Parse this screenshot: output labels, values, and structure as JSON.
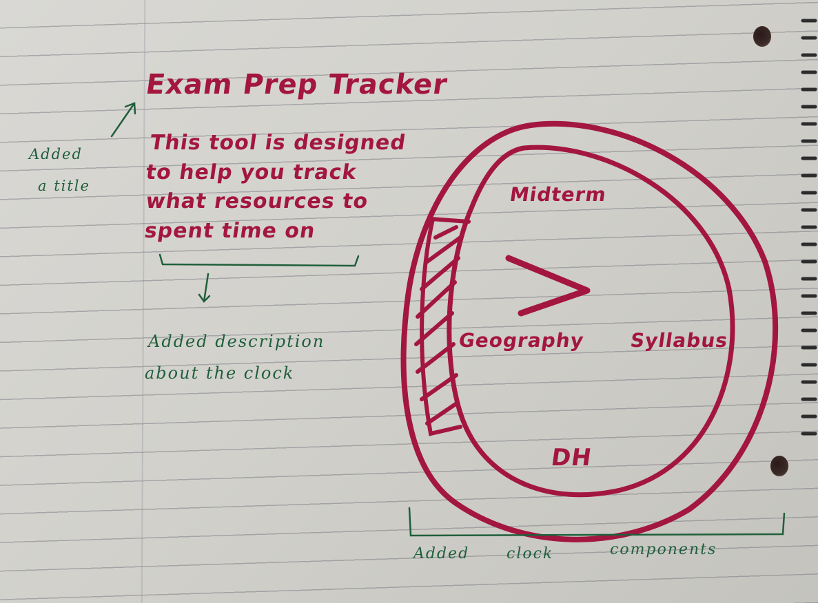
{
  "title": "Exam Prep Tracker",
  "description_lines": [
    "This tool is designed",
    "to help you track",
    "what resources to",
    "spent time on"
  ],
  "notes": {
    "title_note": [
      "Added",
      "a title"
    ],
    "description_note": [
      "Added description",
      "about the clock"
    ],
    "clock_note": [
      "Added",
      "clock",
      "components"
    ]
  },
  "clock": {
    "top": "Midterm",
    "left": "Geography",
    "right": "Syllabus",
    "bottom": "DH"
  },
  "colors": {
    "red_ink": "#a3163f",
    "green_ink": "#1f5f3a",
    "paper": "#d6d5d0",
    "rule": "#7c8090"
  }
}
